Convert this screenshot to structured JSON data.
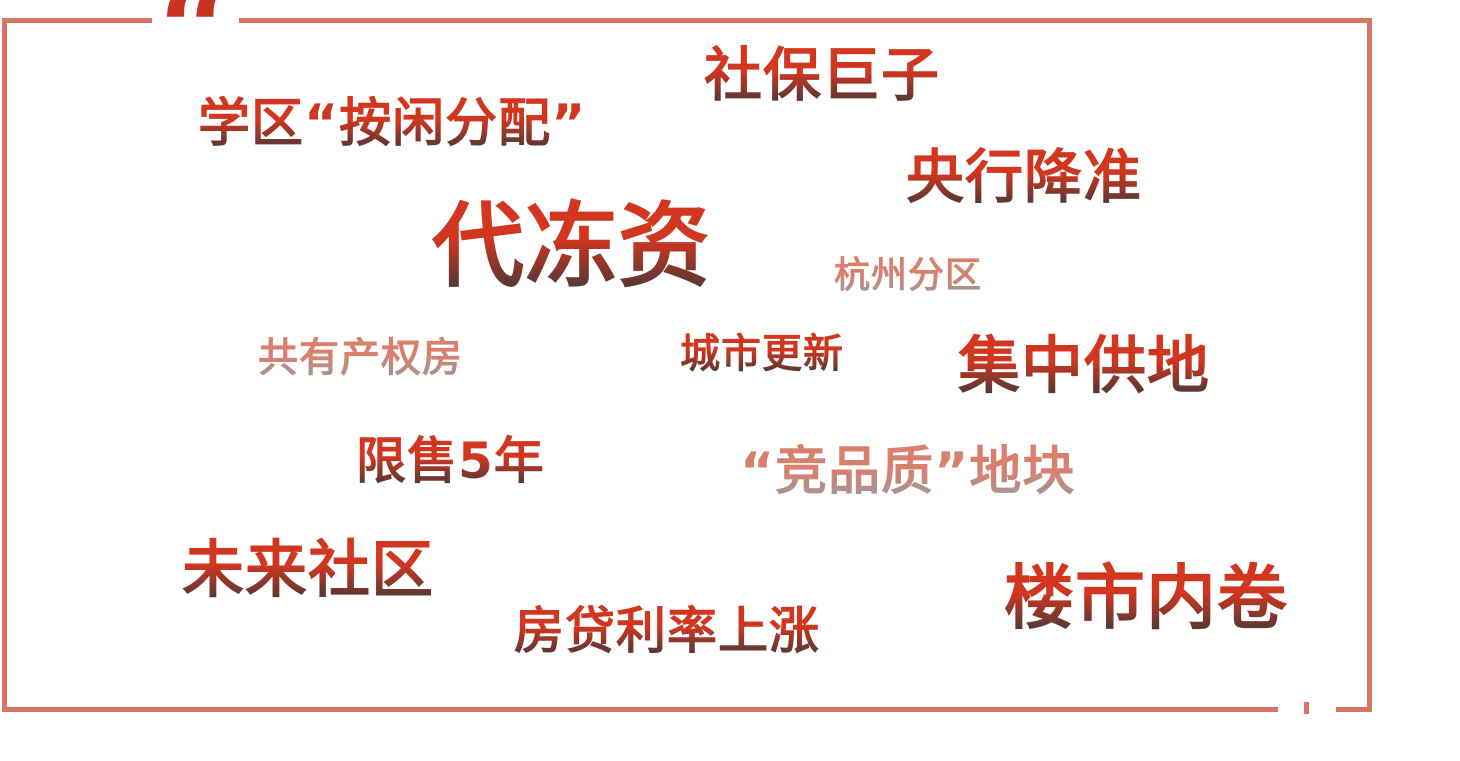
{
  "decor": {
    "open_quote": "“",
    "frame_color": "#d87565",
    "text_gradient_top": "#d2361f",
    "text_gradient_bottom": "#3a3838",
    "soft_gradient_top": "#d9806d",
    "soft_gradient_bottom": "#9a9a9a"
  },
  "keywords": {
    "shebao_juzi": "社保巨子",
    "xuequ_anxian": "学区“按闲分配”",
    "yanghang_jiangzhun": "央行降准",
    "daidongzi": "代冻资",
    "hangzhou_fenqu": "杭州分区",
    "gongyou_chanquan": "共有产权房",
    "chengshi_gengxin": "城市更新",
    "jizhong_gongdi": "集中供地",
    "xianshou_5nian": "限售5年",
    "jingpinzhi_dikuai": "“竞品质”地块",
    "weilai_shequ": "未来社区",
    "fangdai_lilv": "房贷利率上涨",
    "loushi_neijuan": "楼市内卷"
  }
}
